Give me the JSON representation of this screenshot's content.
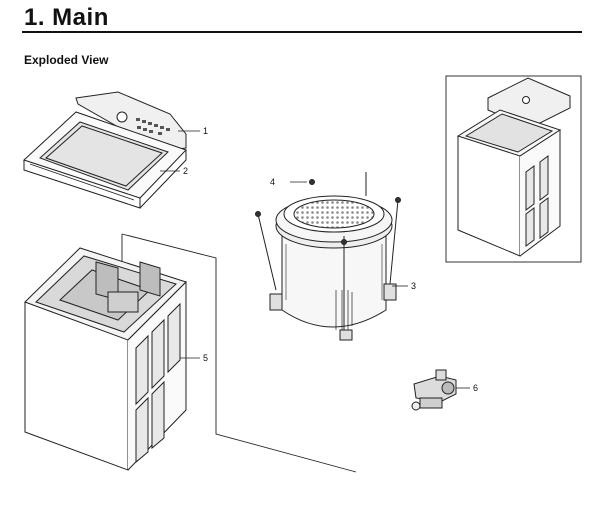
{
  "page": {
    "title": "1. Main",
    "subtitle": "Exploded View"
  },
  "callouts": [
    "1",
    "2",
    "3",
    "4",
    "5",
    "6"
  ],
  "colors": {
    "line": "#222222",
    "shade": "#d8d8d8",
    "mesh": "#9a9a9a"
  }
}
